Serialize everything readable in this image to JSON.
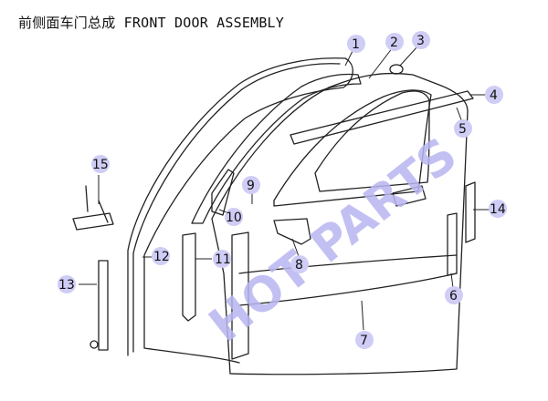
{
  "title": "前侧面车门总成 FRONT DOOR ASSEMBLY",
  "watermark": "HOT PARTS",
  "callouts": [
    "1",
    "2",
    "3",
    "4",
    "5",
    "6",
    "7",
    "8",
    "9",
    "10",
    "11",
    "12",
    "13",
    "14",
    "15"
  ],
  "colors": {
    "bubble": "#cfcdf5",
    "line": "#222222",
    "watermark": "#b8b6f0"
  }
}
